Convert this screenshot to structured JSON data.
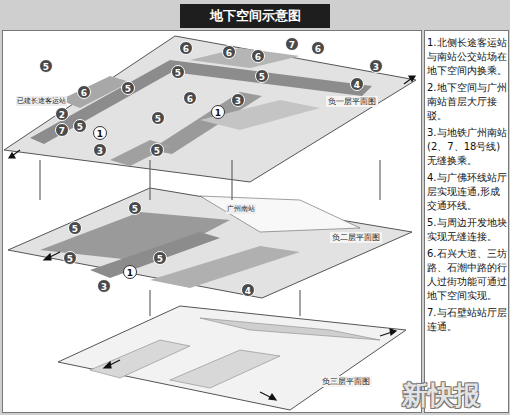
{
  "diagram": {
    "title": "地下空间示意图",
    "nodes": [
      {
        "text": [
          "负一层平面图"
        ]
      },
      {
        "text": [
          "负二层平面图"
        ]
      },
      {
        "text": [
          "负三层平面图"
        ]
      },
      {
        "text": [
          "1.北侧长途客运站与南站公交站场在地下空间内换乘。",
          "2.地下空间与广州南站首层大厅接驳。",
          "3.与地铁广州南站(2、7、18号线)无缝换乘。",
          "4.与广佛环线站厅层实现连通,形成交通环线。",
          "5.与周边开发地块实现无缝连接。",
          "6.石兴大道、三坊路、石潮中路的行人过街功能可通过地下空间实现。",
          "7.与石壁站站厅层连通。"
        ]
      }
    ],
    "edges": [
      {
        "from": 0,
        "to": 1,
        "arrow": "none"
      },
      {
        "from": 0,
        "to": 1,
        "arrow": "none"
      },
      {
        "from": 0,
        "to": 1,
        "arrow": "none"
      },
      {
        "from": 0,
        "to": 1,
        "arrow": "none"
      },
      {
        "from": 1,
        "to": 2,
        "arrow": "none"
      },
      {
        "from": 1,
        "to": 2,
        "arrow": "none"
      }
    ],
    "labels": [
      "6",
      "6",
      "6",
      "7",
      "6",
      "5",
      "5",
      "4",
      "3",
      "5",
      "6",
      "5",
      "2",
      "7",
      "5",
      "1",
      "3",
      "5",
      "5",
      "6",
      "1",
      "3",
      "5",
      "5",
      "5",
      "5",
      "1",
      "3",
      "4",
      "已建长途客运站",
      "广州南站",
      "新快报"
    ]
  }
}
